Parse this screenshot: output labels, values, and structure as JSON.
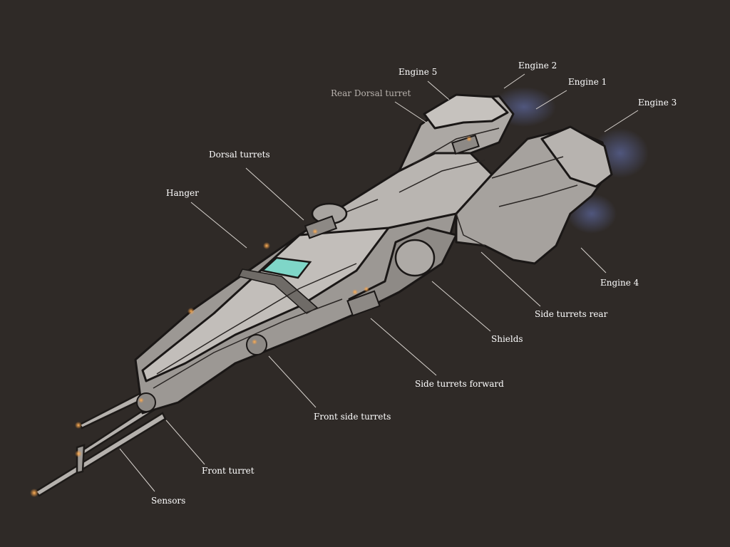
{
  "diagram": {
    "background_color": "#2f2a27",
    "hull_color": "#b5b1ad",
    "cockpit_color": "#7fd6c8",
    "light_color": "#f2953a",
    "engine_glow_color": "#5d6aa8",
    "labels": {
      "engine_5": "Engine 5",
      "engine_2": "Engine 2",
      "engine_1": "Engine 1",
      "engine_3": "Engine 3",
      "rear_dorsal_turret": "Rear Dorsal turret",
      "dorsal_turrets": "Dorsal turrets",
      "hanger": "Hanger",
      "engine_4": "Engine 4",
      "side_turrets_rear": "Side turrets rear",
      "shields": "Shields",
      "side_turrets_forward": "Side turrets forward",
      "front_side_turrets": "Front side turrets",
      "front_turret": "Front turret",
      "sensors": "Sensors"
    }
  }
}
